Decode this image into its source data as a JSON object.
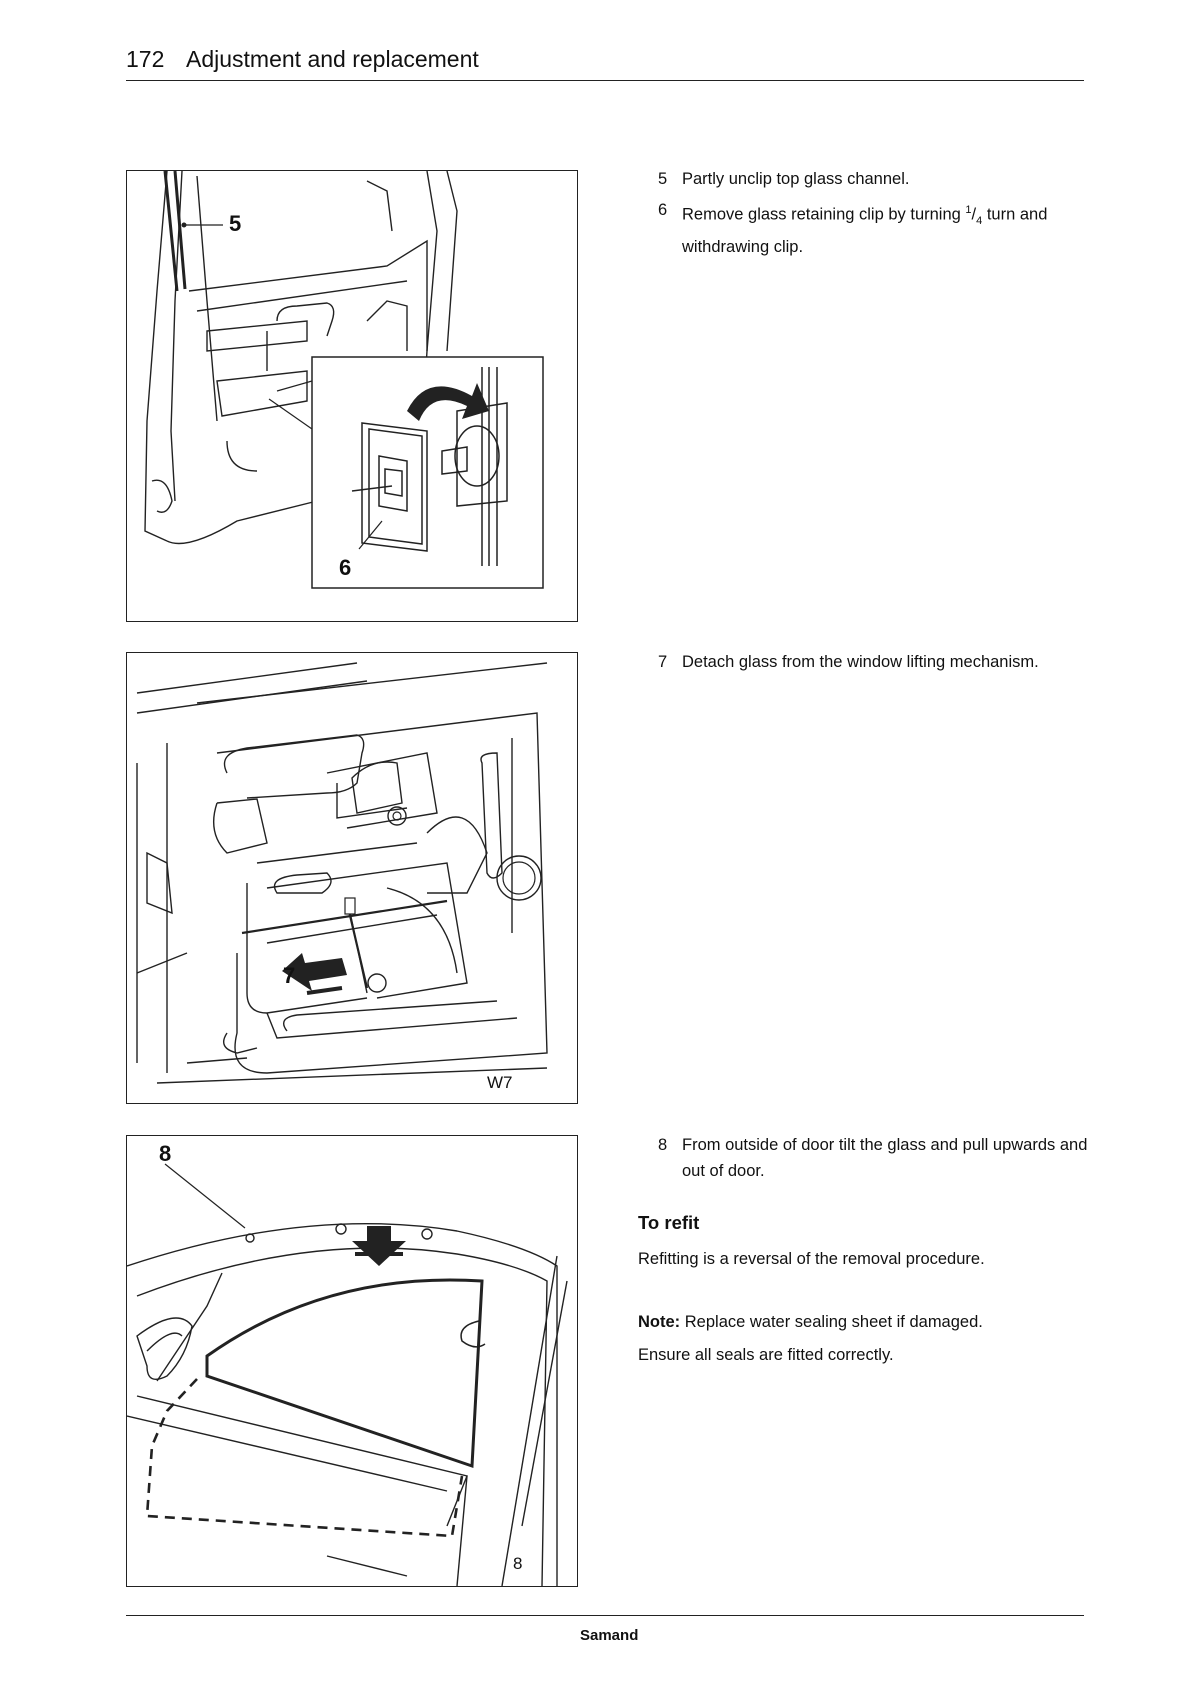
{
  "header": {
    "page_number": "172",
    "title": "Adjustment and replacement"
  },
  "figures": [
    {
      "callouts": [
        "5",
        "6"
      ]
    },
    {
      "callouts": [
        "7"
      ],
      "code": "W7"
    },
    {
      "callouts": [
        "8"
      ],
      "code": "8"
    }
  ],
  "steps": [
    {
      "num": "5",
      "text": "Partly unclip top glass channel."
    },
    {
      "num": "6",
      "text_before": "Remove glass retaining clip by turning ",
      "frac_num": "1",
      "frac_sep": "/",
      "frac_den": "4",
      "text_after": " turn and withdrawing clip."
    },
    {
      "num": "7",
      "text": "Detach glass from the window lifting mechanism."
    },
    {
      "num": "8",
      "text": "From outside of door tilt the glass and pull upwards and out of door."
    }
  ],
  "refit": {
    "heading": "To refit",
    "text": "Refitting is a reversal of the removal procedure.",
    "note_label": "Note:",
    "note_text": " Replace water sealing sheet if damaged.",
    "ensure": "Ensure all seals are fitted correctly."
  },
  "footer": {
    "brand": "Samand"
  }
}
